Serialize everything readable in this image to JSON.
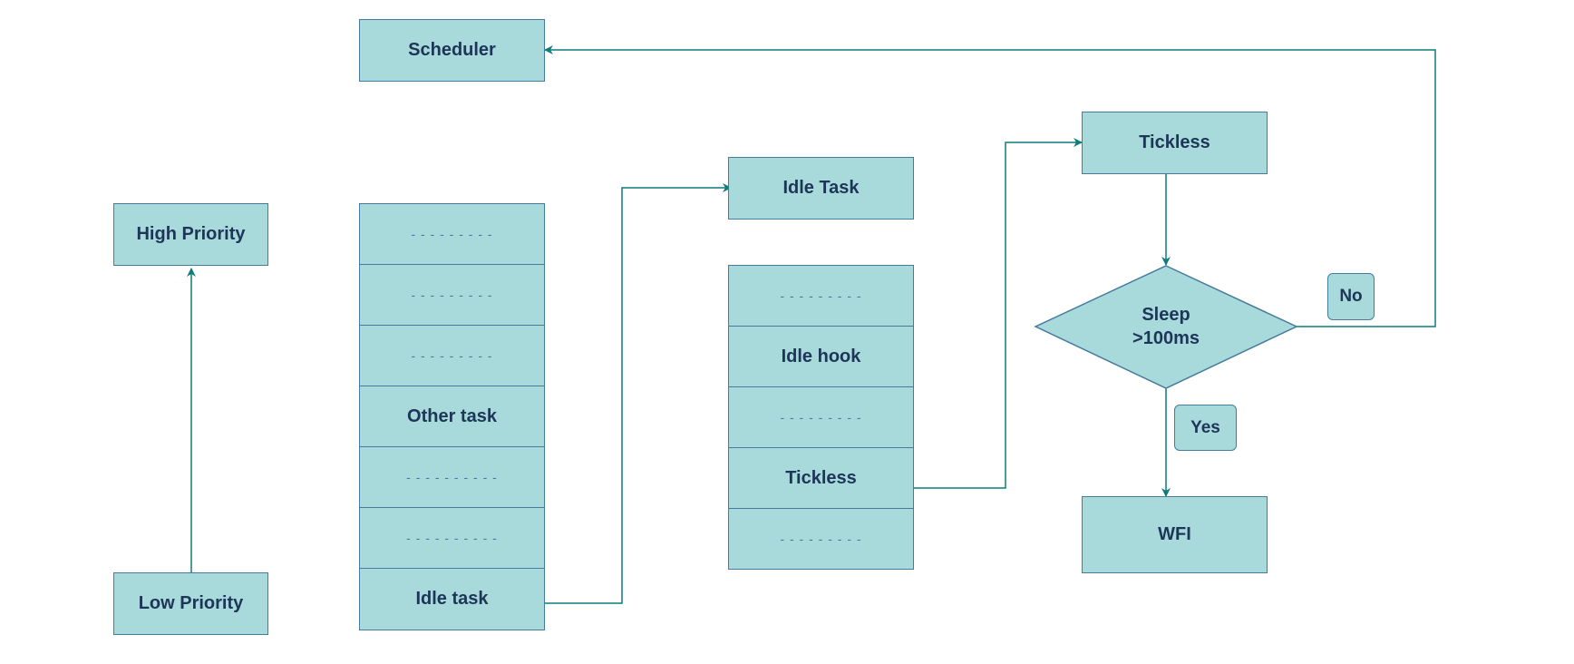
{
  "colors": {
    "fill": "#a8dadc",
    "stroke": "#457b9d",
    "arrow": "#0f7c7c",
    "text": "#1d3557"
  },
  "nodes": {
    "scheduler": "Scheduler",
    "high_priority": "High Priority",
    "low_priority": "Low Priority",
    "idle_task_header": "Idle Task",
    "tickless_top": "Tickless",
    "wfi": "WFI",
    "decision_line1": "Sleep",
    "decision_line2": ">100ms",
    "label_no": "No",
    "label_yes": "Yes"
  },
  "task_stack": [
    "- - - - - - - - -",
    "- - - - - - - - -",
    "- - - - - - - - -",
    "Other task",
    "- - - - - - - - - -",
    "- - - - - - - - - -",
    "Idle task"
  ],
  "idle_stack": [
    "- - - - - - - - -",
    "Idle hook",
    "- - - - - - - - -",
    "Tickless",
    "- - - - - - - - -"
  ]
}
